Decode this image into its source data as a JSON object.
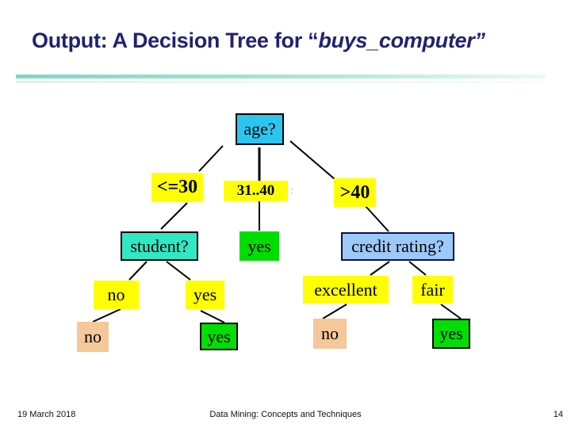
{
  "slide": {
    "title_prefix": "Output: A Decision Tree for “",
    "title_emphasis": "buys_computer",
    "title_suffix": "”"
  },
  "tree": {
    "root": {
      "label": "age?"
    },
    "branch_le30": {
      "label": "<=30"
    },
    "branch_31_40": {
      "label": "31..40"
    },
    "branch_gt40": {
      "label": ">40"
    },
    "student": {
      "label": "student?"
    },
    "yes_mid": {
      "label": "yes"
    },
    "credit": {
      "label": "credit rating?"
    },
    "branch_no": {
      "label": "no"
    },
    "branch_yes": {
      "label": "yes"
    },
    "branch_excellent": {
      "label": "excellent"
    },
    "branch_fair": {
      "label": "fair"
    },
    "leaf_no_left": {
      "label": "no"
    },
    "leaf_yes_left": {
      "label": "yes"
    },
    "leaf_no_right": {
      "label": "no"
    },
    "leaf_yes_right": {
      "label": "yes"
    },
    "stray_mark": ":"
  },
  "footer": {
    "date": "19 March 2018",
    "center": "Data Mining: Concepts and Techniques",
    "page": "14"
  },
  "colors": {
    "title_navy": "#22226e",
    "rule_teal": "#7ed7c2",
    "node_cyan": "#2bc6f0",
    "node_turquoise": "#30e8c3",
    "node_light_blue": "#9cc9fa",
    "branch_yellow": "#ffff00",
    "leaf_green": "#00dd00",
    "leaf_tan": "#f4c89a"
  }
}
